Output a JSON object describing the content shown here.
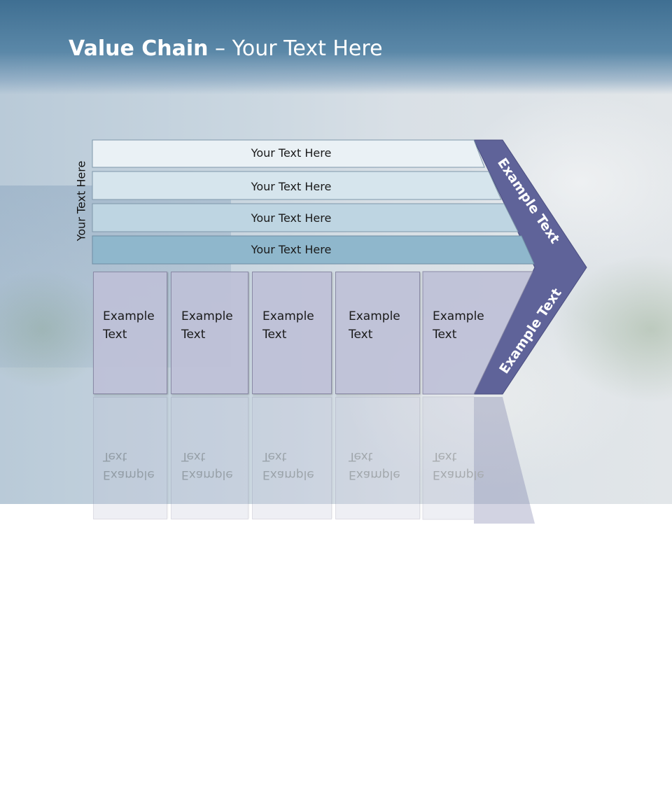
{
  "slide": {
    "title_bold": "Value Chain",
    "title_rest": " – Your Text Here",
    "side_label": "Your Text Here"
  },
  "bands": [
    {
      "label": "Your Text Here",
      "color": "#eaf1f5"
    },
    {
      "label": "Your Text Here",
      "color": "#d6e5ed"
    },
    {
      "label": "Your Text Here",
      "color": "#bed5e2"
    },
    {
      "label": "Your Text Here",
      "color": "#8fb7cc"
    }
  ],
  "boxes": [
    {
      "label": "Example\nText"
    },
    {
      "label": "Example\nText"
    },
    {
      "label": "Example\nText"
    },
    {
      "label": "Example\nText"
    },
    {
      "label": "Example\nText"
    }
  ],
  "arrow": {
    "upper_label": "Example Text",
    "lower_label": "Example Text",
    "color": "#5f6399"
  }
}
